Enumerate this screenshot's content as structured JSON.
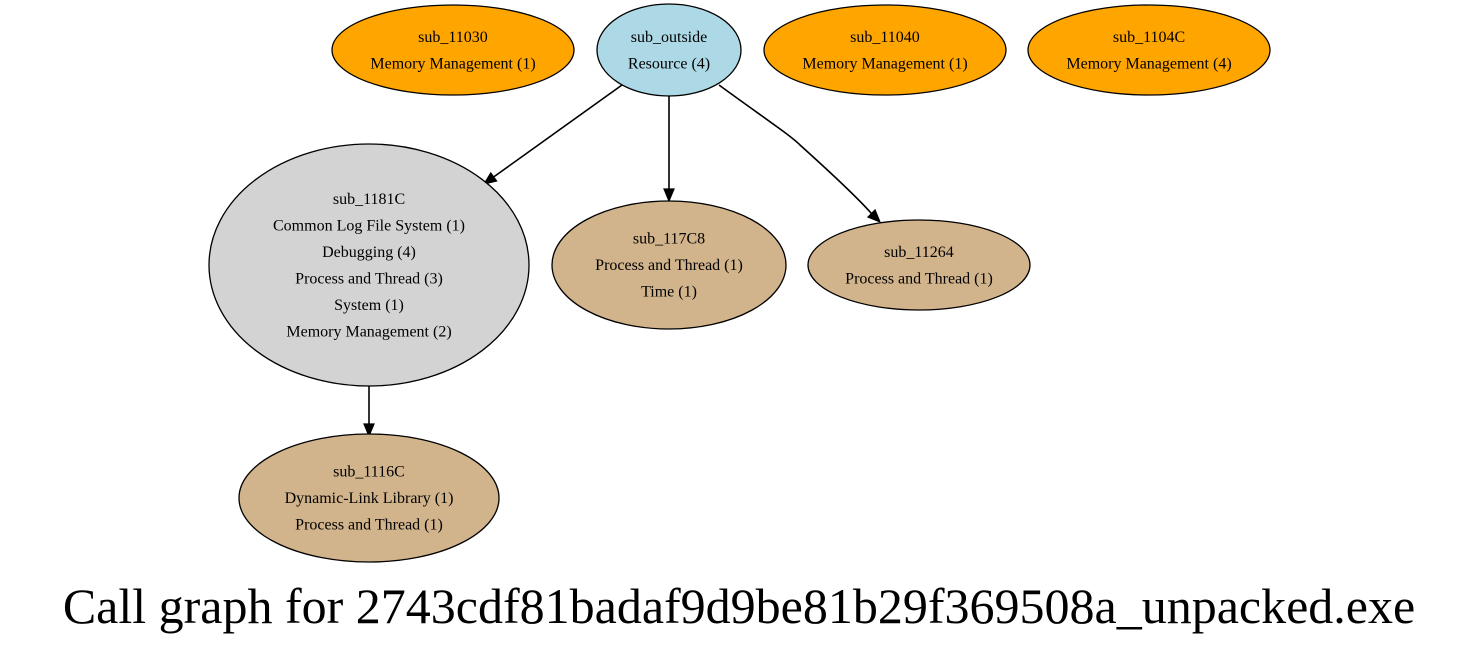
{
  "graph": {
    "title": "Call graph for 2743cdf81badaf9d9be81b29f369508a_unpacked.exe",
    "colors": {
      "orange": "#ffa500",
      "lightblue": "#add8e6",
      "lightgray": "#d3d3d3",
      "tan": "#d2b48c"
    },
    "nodes": [
      {
        "id": "sub_11030",
        "color": "orange",
        "lines": [
          "sub_11030",
          "Memory Management (1)"
        ]
      },
      {
        "id": "sub_outside",
        "color": "lightblue",
        "lines": [
          "sub_outside",
          "Resource (4)"
        ]
      },
      {
        "id": "sub_11040",
        "color": "orange",
        "lines": [
          "sub_11040",
          "Memory Management (1)"
        ]
      },
      {
        "id": "sub_1104C",
        "color": "orange",
        "lines": [
          "sub_1104C",
          "Memory Management (4)"
        ]
      },
      {
        "id": "sub_1181C",
        "color": "lightgray",
        "lines": [
          "sub_1181C",
          "Common Log File System (1)",
          "Debugging (4)",
          "Process and Thread (3)",
          "System (1)",
          "Memory Management (2)"
        ]
      },
      {
        "id": "sub_117C8",
        "color": "tan",
        "lines": [
          "sub_117C8",
          "Process and Thread (1)",
          "Time (1)"
        ]
      },
      {
        "id": "sub_11264",
        "color": "tan",
        "lines": [
          "sub_11264",
          "Process and Thread (1)"
        ]
      },
      {
        "id": "sub_1116C",
        "color": "tan",
        "lines": [
          "sub_1116C",
          "Dynamic-Link Library (1)",
          "Process and Thread (1)"
        ]
      }
    ],
    "edges": [
      {
        "from": "sub_outside",
        "to": "sub_1181C"
      },
      {
        "from": "sub_outside",
        "to": "sub_117C8"
      },
      {
        "from": "sub_outside",
        "to": "sub_11264"
      },
      {
        "from": "sub_1181C",
        "to": "sub_1116C"
      }
    ]
  }
}
